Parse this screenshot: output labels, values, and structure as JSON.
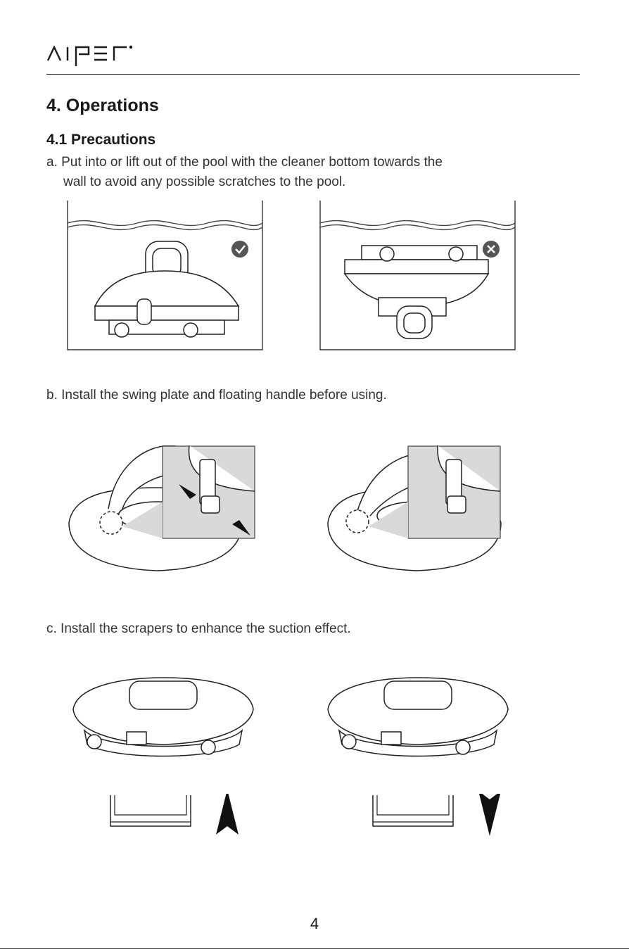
{
  "brand": {
    "logo_text": "AIPER"
  },
  "section": {
    "title": "4. Operations"
  },
  "subsection": {
    "title": "4.1  Precautions"
  },
  "items": [
    {
      "id": "a",
      "line1": "a. Put into or lift out of the pool with the cleaner bottom towards the",
      "line2": "wall to avoid any possible scratches to the pool."
    },
    {
      "id": "b",
      "text": "b. Install the swing plate and floating handle before using."
    },
    {
      "id": "c",
      "text": "c. Install the scrapers to enhance the suction effect."
    }
  ],
  "icons": {
    "correct": "check-circle-icon",
    "incorrect": "x-circle-icon",
    "arrow_up": "arrow-up-icon",
    "arrow_down": "arrow-down-icon"
  },
  "colors": {
    "text": "#1a1a1a",
    "badge": "#555555",
    "inset_bg": "#d9d9d9"
  },
  "footer": {
    "page_number": "4"
  }
}
